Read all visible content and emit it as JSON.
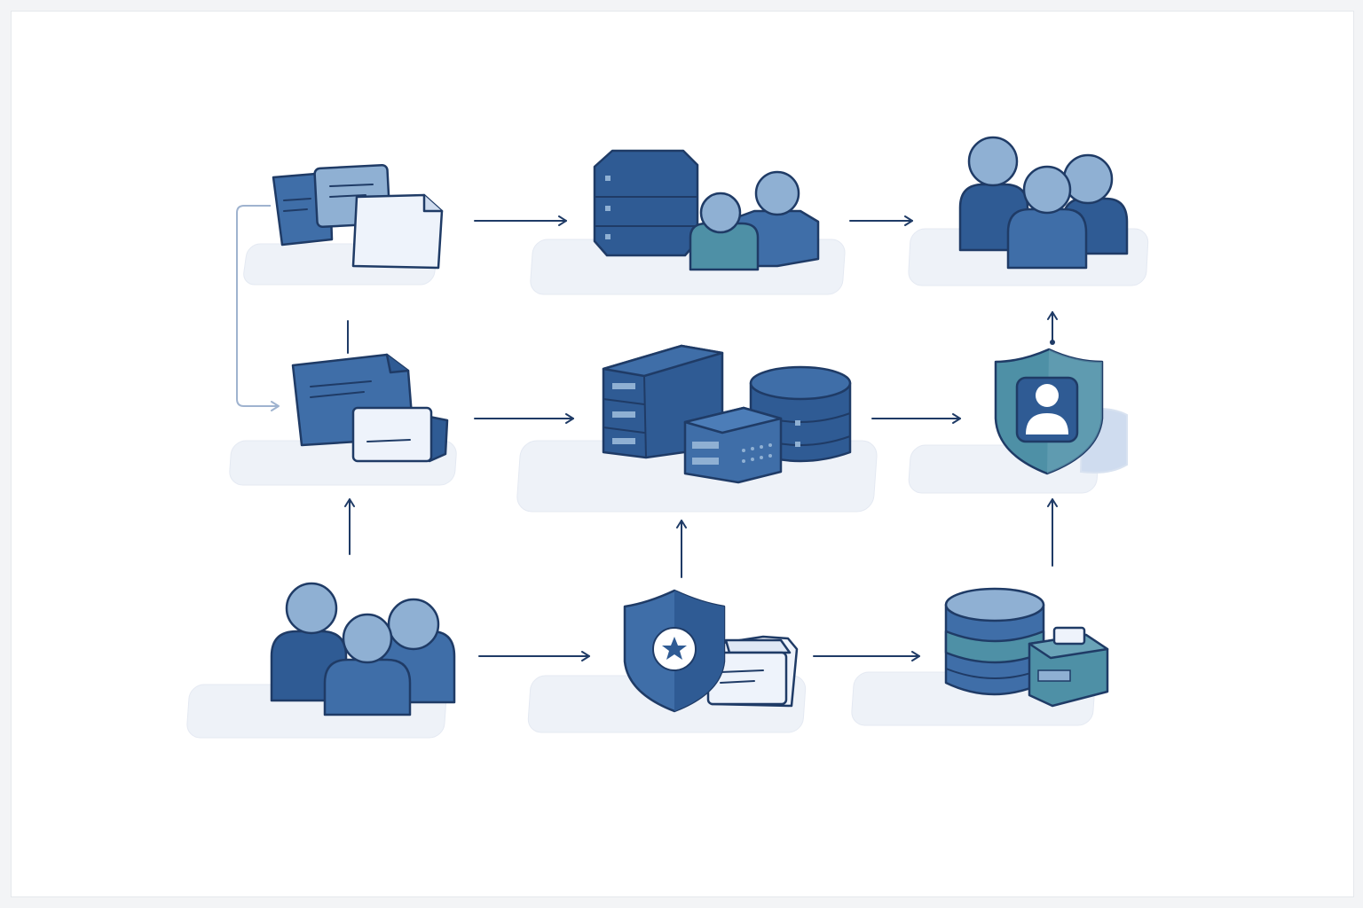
{
  "diagram": {
    "colors": {
      "primary": "#3f6ea8",
      "dark": "#2f5b94",
      "light": "#8fb0d3",
      "teal": "#4e90a6",
      "paper": "#eef3fb",
      "outline": "#1f3b66",
      "platform": "#eef2f8",
      "connector": "#9fb3cf"
    },
    "nodes": [
      {
        "id": "documents-top",
        "icon": "documents-icon"
      },
      {
        "id": "server-with-users",
        "icon": "server-users-icon"
      },
      {
        "id": "user-group-top",
        "icon": "user-group-icon"
      },
      {
        "id": "documents-middle",
        "icon": "document-folder-icon"
      },
      {
        "id": "data-center",
        "icon": "data-storage-icon"
      },
      {
        "id": "user-protection",
        "icon": "user-shield-icon"
      },
      {
        "id": "user-group-bottom",
        "icon": "user-group-icon"
      },
      {
        "id": "security-documents",
        "icon": "shield-document-icon"
      },
      {
        "id": "database-storage",
        "icon": "database-toolbox-icon"
      }
    ],
    "edges": [
      {
        "from": "documents-top",
        "to": "server-with-users"
      },
      {
        "from": "server-with-users",
        "to": "user-group-top"
      },
      {
        "from": "documents-top",
        "to": "documents-middle"
      },
      {
        "from": "documents-middle",
        "to": "data-center"
      },
      {
        "from": "data-center",
        "to": "user-protection"
      },
      {
        "from": "user-protection",
        "to": "user-group-top"
      },
      {
        "from": "user-group-bottom",
        "to": "documents-middle"
      },
      {
        "from": "user-group-bottom",
        "to": "security-documents"
      },
      {
        "from": "security-documents",
        "to": "data-center"
      },
      {
        "from": "security-documents",
        "to": "database-storage"
      },
      {
        "from": "database-storage",
        "to": "user-protection"
      }
    ]
  }
}
